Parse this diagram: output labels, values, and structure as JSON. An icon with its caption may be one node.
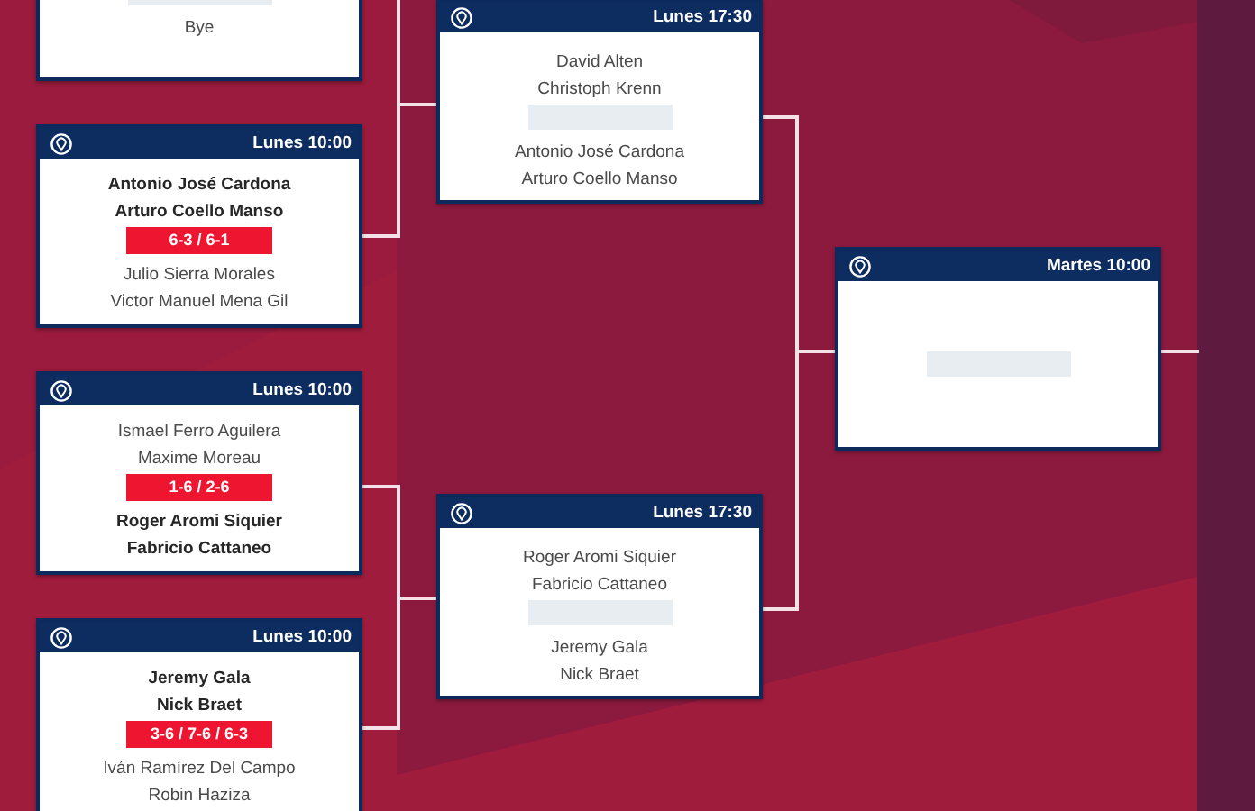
{
  "diagram": {
    "nodes": [
      {
        "text": [
          "Bye"
        ]
      },
      {
        "text": [
          "Lunes 10:00",
          "Antonio José Cardona",
          "Arturo Coello Manso",
          "6-3 / 6-1",
          "Julio Sierra Morales",
          "Victor Manuel Mena Gil"
        ]
      },
      {
        "text": [
          "Lunes 10:00",
          "Ismael Ferro Aguilera",
          "Maxime Moreau",
          "1-6 / 2-6",
          "Roger Aromi Siquier",
          "Fabricio Cattaneo"
        ]
      },
      {
        "text": [
          "Lunes 10:00",
          "Jeremy Gala",
          "Nick Braet",
          "3-6 / 7-6 / 6-3",
          "Iván Ramírez Del Campo",
          "Robin Haziza"
        ]
      },
      {
        "text": [
          "Lunes 17:30",
          "David Alten",
          "Christoph Krenn",
          "Antonio José Cardona",
          "Arturo Coello Manso"
        ]
      },
      {
        "text": [
          "Lunes 17:30",
          "Roger Aromi Siquier",
          "Fabricio Cattaneo",
          "Jeremy Gala",
          "Nick Braet"
        ]
      },
      {
        "text": [
          "Martes 10:00"
        ]
      }
    ],
    "edges": [
      {
        "from": 0,
        "to": 4,
        "arrow": "none"
      },
      {
        "from": 1,
        "to": 4,
        "arrow": "none"
      },
      {
        "from": 2,
        "to": 5,
        "arrow": "none"
      },
      {
        "from": 3,
        "to": 5,
        "arrow": "none"
      },
      {
        "from": 4,
        "to": 6,
        "arrow": "none"
      },
      {
        "from": 5,
        "to": 6,
        "arrow": "none"
      },
      {
        "from": 6,
        "to": null,
        "arrow": "none"
      }
    ]
  }
}
